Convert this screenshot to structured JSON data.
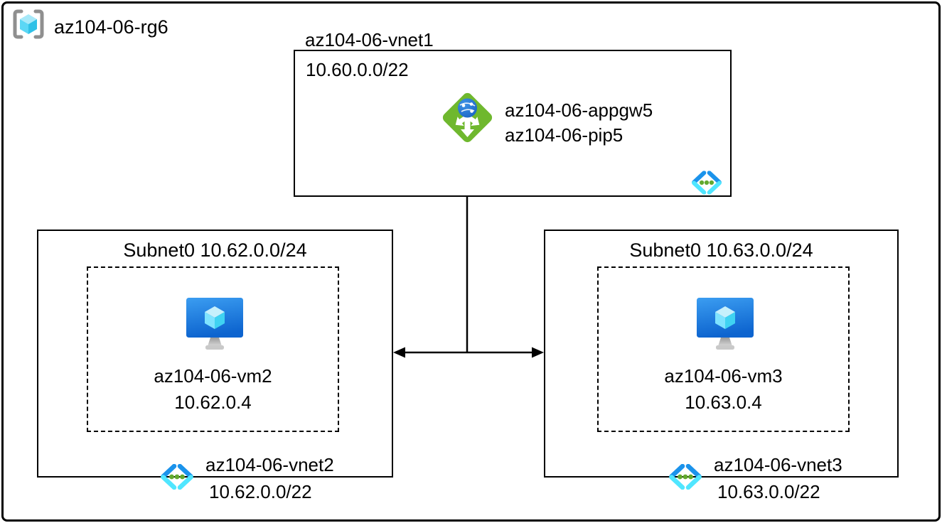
{
  "resource_group": {
    "label": "az104-06-rg6"
  },
  "vnet1": {
    "name": "az104-06-vnet1",
    "cidr": "10.60.0.0/22",
    "app_gateway": {
      "name": "az104-06-appgw5",
      "public_ip": "az104-06-pip5"
    }
  },
  "vnet2": {
    "subnet_header": "Subnet0 10.62.0.0/24",
    "vm": {
      "name": "az104-06-vm2",
      "ip": "10.62.0.4"
    },
    "name": "az104-06-vnet2",
    "cidr": "10.62.0.0/22"
  },
  "vnet3": {
    "subnet_header": "Subnet0 10.63.0.0/24",
    "vm": {
      "name": "az104-06-vm3",
      "ip": "10.63.0.4"
    },
    "name": "az104-06-vnet3",
    "cidr": "10.63.0.0/22"
  },
  "icons": {
    "resource_group": "resource-group-icon",
    "virtual_network": "vnet-icon",
    "application_gateway": "app-gateway-icon",
    "virtual_machine": "vm-icon"
  },
  "colors": {
    "appgw_green": "#6fb82e",
    "globe_blue": "#1f6fce",
    "vnet_arm_blue": "#1b93eb",
    "vnet_arm_cyan": "#50e6ff",
    "vnet_dot_green": "#62aa2e",
    "vm_screen_blue": "#1580e4",
    "cube_light": "#c6f0fc",
    "rg_bracket_gray": "#8f8f8f",
    "line_black": "#000000"
  }
}
